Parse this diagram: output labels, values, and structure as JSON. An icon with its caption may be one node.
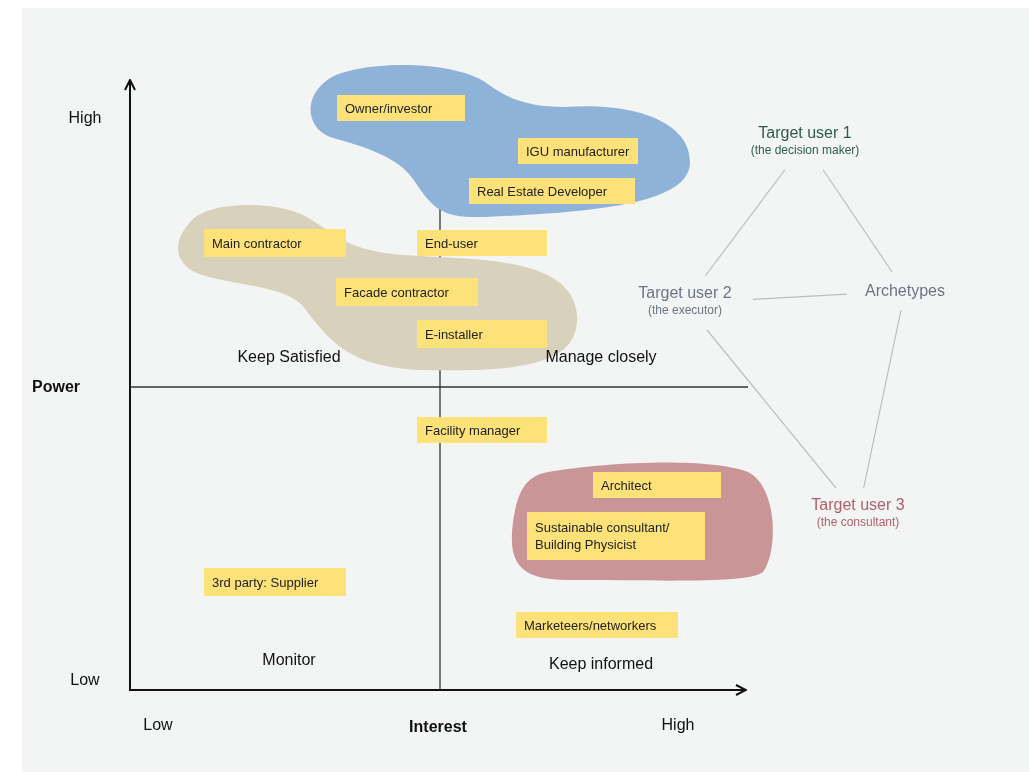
{
  "diagram": {
    "nodes": [
      {
        "text": [],
        "shape": "cloud"
      },
      {
        "text": [
          "Owner/investor"
        ],
        "in": 0
      },
      {
        "text": [
          "IGU manufacturer"
        ],
        "in": 0
      },
      {
        "text": [
          "Real Estate Developer"
        ],
        "in": 0
      },
      {
        "text": [
          "Target user 1",
          "(the decision maker)"
        ]
      },
      {
        "text": [],
        "shape": "cloud"
      },
      {
        "text": [
          "Main contractor"
        ],
        "in": 5
      },
      {
        "text": [
          "End-user"
        ]
      },
      {
        "text": [
          "Facade contractor"
        ],
        "in": 5
      },
      {
        "text": [
          "Target user 2",
          "(the executor)"
        ]
      },
      {
        "text": [
          "Archetypes"
        ]
      },
      {
        "text": [
          "E-installer"
        ],
        "in": 5
      },
      {
        "text": [
          "Facility manager"
        ]
      },
      {
        "text": [],
        "shape": "cloud"
      },
      {
        "text": [
          "Architect"
        ],
        "in": 13
      },
      {
        "text": [
          "Sustainable consultant/ Building Physicist"
        ],
        "in": 13
      },
      {
        "text": [
          "Target user 3",
          "(the consultant)"
        ]
      },
      {
        "text": [
          "3rd party: Supplier"
        ]
      },
      {
        "text": [
          "Marketeers/networkers"
        ]
      }
    ],
    "edges": [
      {
        "from": 4,
        "to": 9,
        "arrow": "none"
      },
      {
        "from": 4,
        "to": 10,
        "arrow": "none"
      },
      {
        "from": 9,
        "to": 10,
        "arrow": "none"
      },
      {
        "from": 9,
        "to": 16,
        "arrow": "none"
      },
      {
        "from": 10,
        "to": 16,
        "arrow": "none"
      }
    ],
    "labels": [
      "High",
      "Power",
      "Low",
      "Low",
      "Interest",
      "High",
      "Keep Satisfied",
      "Manage closely",
      "Monitor",
      "Keep informed"
    ]
  }
}
